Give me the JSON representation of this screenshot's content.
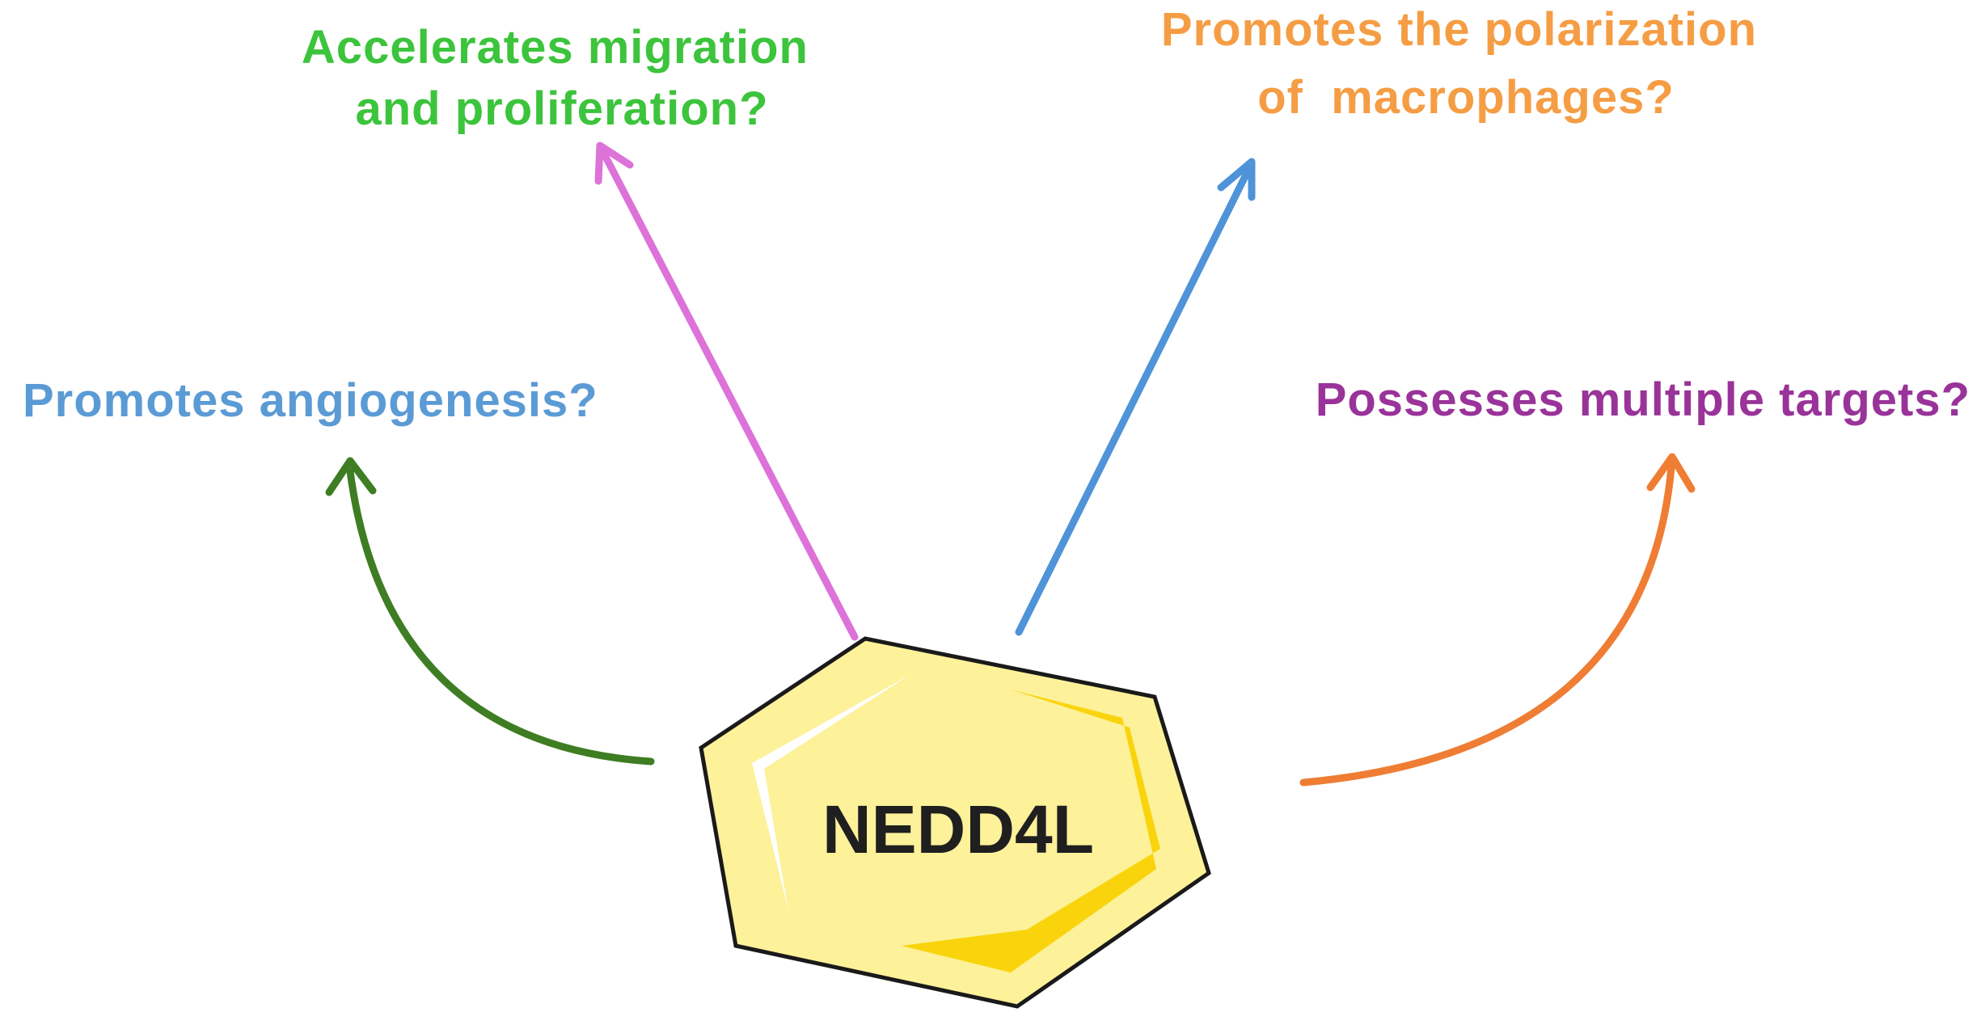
{
  "diagram": {
    "center": {
      "label": "NEDD4L",
      "colors": {
        "fill": "#fdf19a",
        "shade": "#f9d40c",
        "highlight": "#ffffff",
        "outline": "#1a1a1a"
      }
    },
    "nodes": [
      {
        "id": "angiogenesis",
        "lines": [
          "Promotes angiogenesis?"
        ],
        "text_color": "#5b9bd5",
        "arrow_color": "#3e7d23",
        "arrow_style": "curved"
      },
      {
        "id": "migration",
        "lines": [
          "Accelerates migration",
          "and proliferation?"
        ],
        "text_color": "#3cc43c",
        "arrow_color": "#dd72d9",
        "arrow_style": "straight"
      },
      {
        "id": "macrophages",
        "lines": [
          "Promotes the polarization",
          "of  macrophages?"
        ],
        "text_color": "#f59d44",
        "arrow_color": "#4f93d8",
        "arrow_style": "straight"
      },
      {
        "id": "targets",
        "lines": [
          "Possesses multiple targets?"
        ],
        "text_color": "#993399",
        "arrow_color": "#ef7d33",
        "arrow_style": "curved"
      }
    ]
  }
}
